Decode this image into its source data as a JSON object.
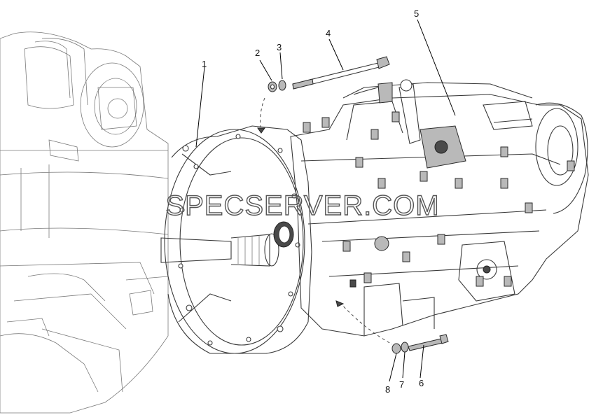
{
  "diagram": {
    "callouts": [
      {
        "id": "1",
        "label": "1"
      },
      {
        "id": "2",
        "label": "2"
      },
      {
        "id": "3",
        "label": "3"
      },
      {
        "id": "4",
        "label": "4"
      },
      {
        "id": "5",
        "label": "5"
      },
      {
        "id": "6",
        "label": "6"
      },
      {
        "id": "7",
        "label": "7"
      },
      {
        "id": "8",
        "label": "8"
      }
    ],
    "watermark": "SPECSERVER.COM"
  }
}
